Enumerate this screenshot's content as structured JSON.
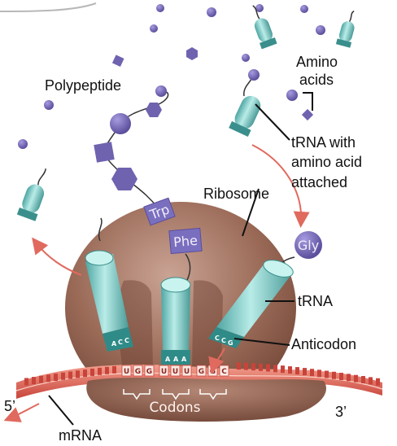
{
  "labels": {
    "amino_line1": "Amino",
    "amino_line2": "acids",
    "polypeptide": "Polypeptide",
    "trna_attached_line1": "tRNA with",
    "trna_attached_line2": "amino acid",
    "trna_attached_line3": "attached",
    "ribosome": "Ribosome",
    "trna": "tRNA",
    "anticodon": "Anticodon",
    "codons": "Codons",
    "mrna": "mRNA",
    "five_prime": "5’",
    "three_prime": "3’"
  },
  "amino_acids": {
    "trp": "Trp",
    "phe": "Phe",
    "gly": "Gly"
  },
  "mrna_bases": [
    "U",
    "G",
    "G",
    "U",
    "U",
    "U",
    "G",
    "G",
    "C"
  ],
  "anticodons": {
    "left": [
      "A",
      "C",
      "C"
    ],
    "middle": [
      "A",
      "A",
      "A"
    ],
    "right": [
      "C",
      "C",
      "G"
    ]
  },
  "colors": {
    "ribosome": "#8b5a48",
    "trna": "#7fd0cc",
    "amino_acid": "#6f63b0",
    "mrna": "#d9544a",
    "arrow": "#e06a5e"
  }
}
